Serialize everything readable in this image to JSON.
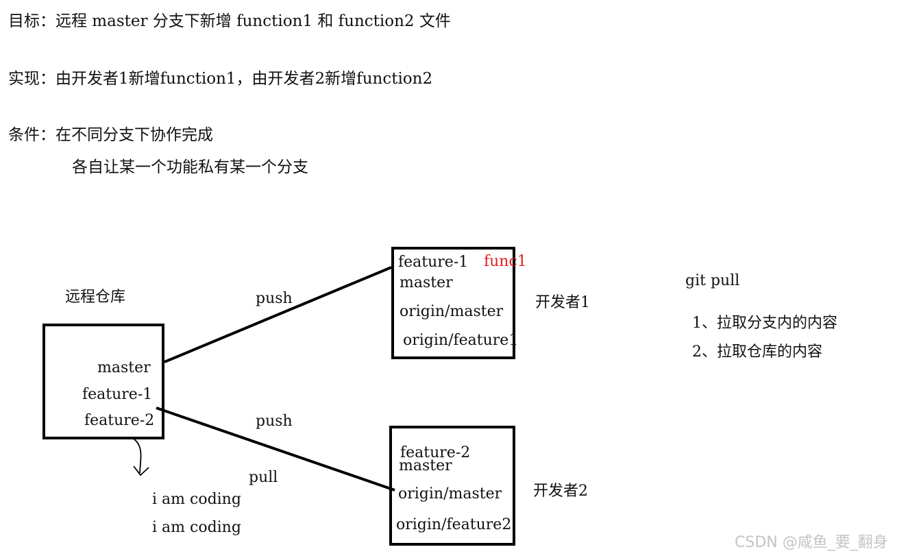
{
  "colors": {
    "ink": "#111111",
    "accent_red": "#e02020",
    "watermark": "#c4c4c4"
  },
  "header": {
    "goal": "目标：远程 master 分支下新增 function1 和 function2 文件",
    "impl": "实现：由开发者1新增function1，由开发者2新增function2",
    "cond1": "条件：在不同分支下协作完成",
    "cond2": "各自让某一个功能私有某一个分支"
  },
  "remote": {
    "title": "远程仓库",
    "branches": [
      "master",
      "feature-1",
      "feature-2"
    ]
  },
  "dev1": {
    "title": "开发者1",
    "branches": [
      "feature-1",
      "master",
      "origin/master",
      "origin/feature1"
    ],
    "note": "func1"
  },
  "dev2": {
    "title": "开发者2",
    "branches": [
      "feature-2",
      "master",
      "origin/master",
      "origin/feature2"
    ]
  },
  "edges": {
    "push1": "push",
    "push2": "push",
    "pull": "pull"
  },
  "coding": [
    "i am coding",
    "i am coding"
  ],
  "gitpull": {
    "title": "git pull",
    "items": [
      "1、拉取分支内的内容",
      "2、拉取仓库的内容"
    ]
  },
  "watermark": "CSDN @咸鱼_要_翻身"
}
